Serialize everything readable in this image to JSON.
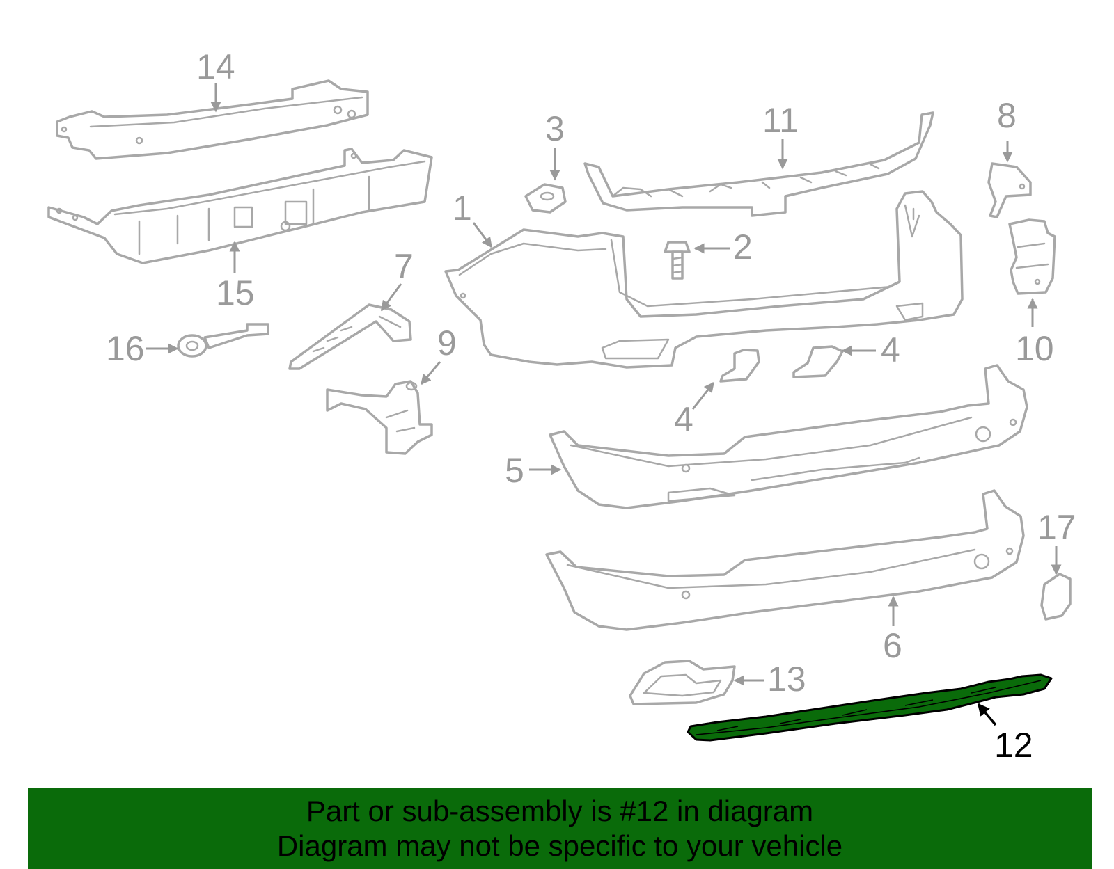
{
  "diagram": {
    "callouts": {
      "c1": "1",
      "c2": "2",
      "c3": "3",
      "c4a": "4",
      "c4b": "4",
      "c5": "5",
      "c6": "6",
      "c7": "7",
      "c8": "8",
      "c9": "9",
      "c10": "10",
      "c11": "11",
      "c12": "12",
      "c13": "13",
      "c14": "14",
      "c15": "15",
      "c16": "16",
      "c17": "17"
    },
    "highlighted_part": "12",
    "colors": {
      "outline": "#a8a8a8",
      "highlight_fill": "#0a6b0a",
      "banner": "#0a6b0a"
    }
  },
  "banner": {
    "line1": "Part or sub-assembly is #12 in diagram",
    "line2": "Diagram may not be specific to your vehicle"
  }
}
